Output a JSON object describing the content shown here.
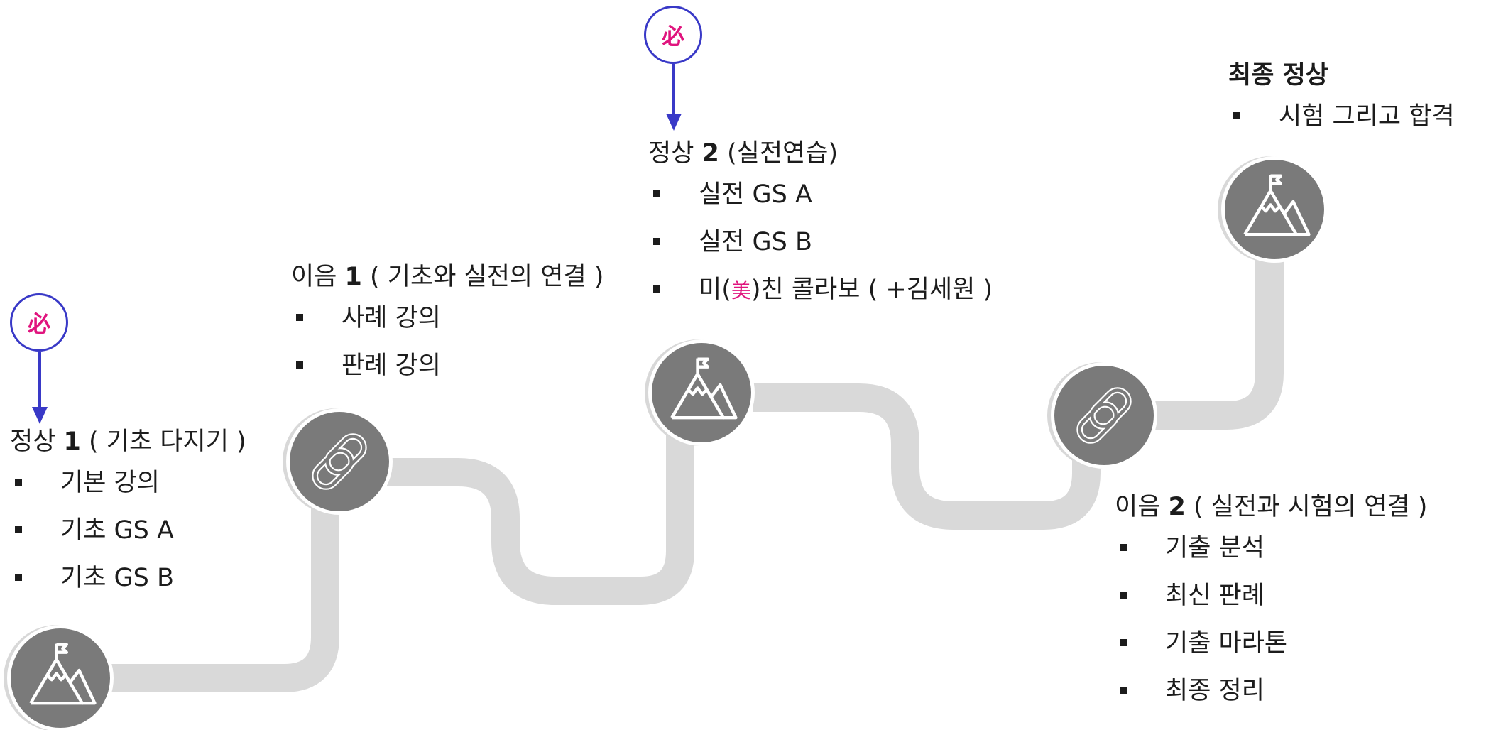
{
  "colors": {
    "road": "#d9d9d9",
    "node": "#7a7a7a",
    "pin_border": "#3939c7",
    "pin_text": "#e0147e",
    "highlight": "#e0147e",
    "text": "#1c1c1c"
  },
  "pins": [
    {
      "glyph": "必"
    },
    {
      "glyph": "必"
    }
  ],
  "nodes": [
    {
      "icon": "mountain-flag-icon"
    },
    {
      "icon": "link-icon"
    },
    {
      "icon": "mountain-flag-icon"
    },
    {
      "icon": "link-icon"
    },
    {
      "icon": "mountain-flag-icon"
    }
  ],
  "stages": {
    "peak1": {
      "title_pre": "정상 ",
      "title_num": "1",
      "title_post": " ( 기초 다지기 )",
      "items": [
        "기본 강의",
        "기초 GS A",
        "기초 GS B"
      ]
    },
    "link1": {
      "title_pre": "이음 ",
      "title_num": "1",
      "title_post": " ( 기초와 실전의 연결 )",
      "items": [
        "사례 강의",
        "판례 강의"
      ]
    },
    "peak2": {
      "title_pre": "정상 ",
      "title_num": "2",
      "title_post": " (실전연습)",
      "items": [
        "실전 GS A",
        "실전 GS B"
      ],
      "collab": {
        "pre": "미(",
        "mark": "美",
        "post": ")친 콜라보 ( +김세원 )"
      }
    },
    "link2": {
      "title_pre": "이음 ",
      "title_num": "2",
      "title_post": " ( 실전과 시험의 연결 )",
      "items": [
        "기출 분석",
        "최신 판례",
        "기출 마라톤",
        "최종 정리"
      ]
    },
    "final": {
      "title": "최종 정상",
      "items": [
        "시험 그리고 합격"
      ]
    }
  }
}
